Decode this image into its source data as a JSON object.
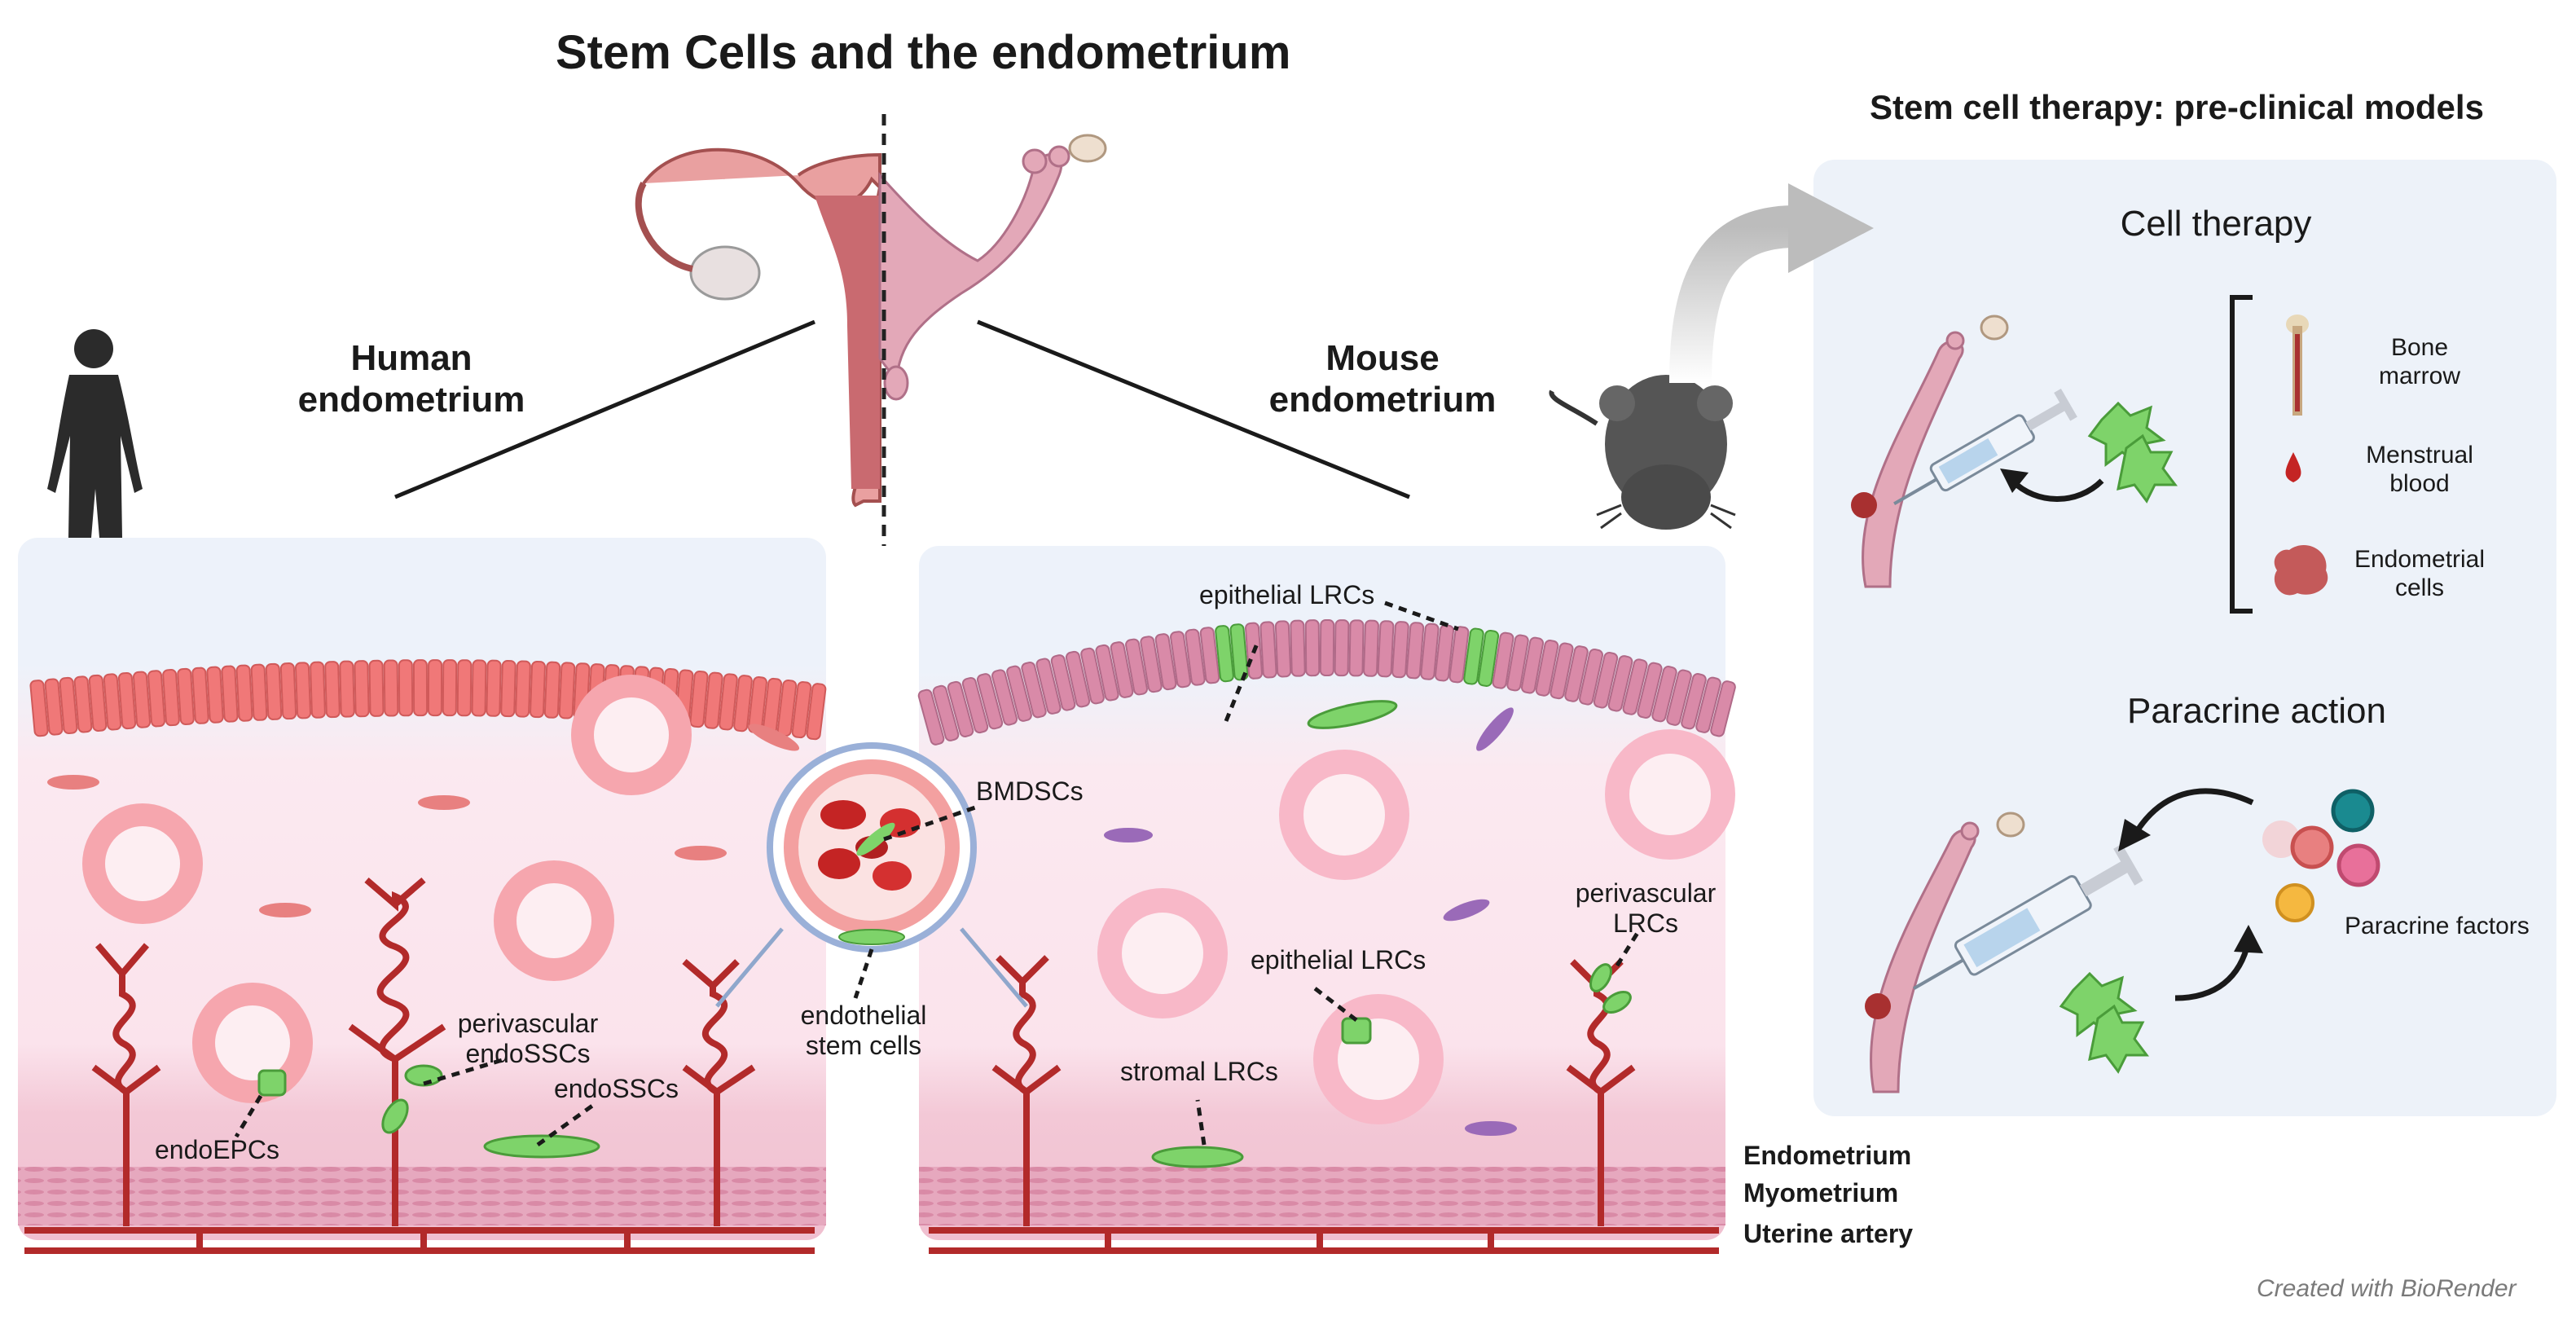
{
  "title": "Stem Cells and the endometrium",
  "right_panel_title": "Stem cell therapy: pre-clinical models",
  "human": {
    "heading_line1": "Human",
    "heading_line2": "endometrium",
    "labels": {
      "endoEPCs": "endoEPCs",
      "perivascular_line1": "perivascular",
      "perivascular_line2": "endoSSCs",
      "endoSSCs": "endoSSCs"
    }
  },
  "mouse": {
    "heading_line1": "Mouse",
    "heading_line2": "endometrium",
    "labels": {
      "epithelial_lrcs_top": "epithelial LRCs",
      "epithelial_lrcs_gland": "epithelial LRCs",
      "stromal_lrcs": "stromal LRCs",
      "perivascular_line1": "perivascular",
      "perivascular_line2": "LRCs"
    }
  },
  "vessel_inset": {
    "bmdscs": "BMDSCs",
    "endothelial_line1": "endothelial",
    "endothelial_line2": "stem cells"
  },
  "layers": {
    "endometrium": "Endometrium",
    "myometrium": "Myometrium",
    "uterine_artery": "Uterine artery"
  },
  "therapy": {
    "cell_therapy_title": "Cell therapy",
    "sources": [
      {
        "line1": "Bone",
        "line2": "marrow",
        "icon": "bone-marrow-icon"
      },
      {
        "line1": "Menstrual",
        "line2": "blood",
        "icon": "blood-drop-icon"
      },
      {
        "line1": "Endometrial",
        "line2": "cells",
        "icon": "endometrial-cells-icon"
      }
    ],
    "paracrine_title": "Paracrine action",
    "paracrine_factors_label": "Paracrine factors"
  },
  "credit": "Created with BioRender",
  "colors": {
    "human_epithelium": "#f07878",
    "mouse_epithelium": "#d98aa8",
    "gland_cell": "#f8b8c0",
    "vessel": "#b22a2a",
    "stem_cell_green": "#7ed36a",
    "panel_bg": "#eef3fa",
    "tissue_bg": "#fbe8ef",
    "paracrine_teal": "#1a8a90",
    "paracrine_pink": "#e8709a",
    "paracrine_salmon": "#e88080",
    "paracrine_yellow": "#f5b840"
  }
}
